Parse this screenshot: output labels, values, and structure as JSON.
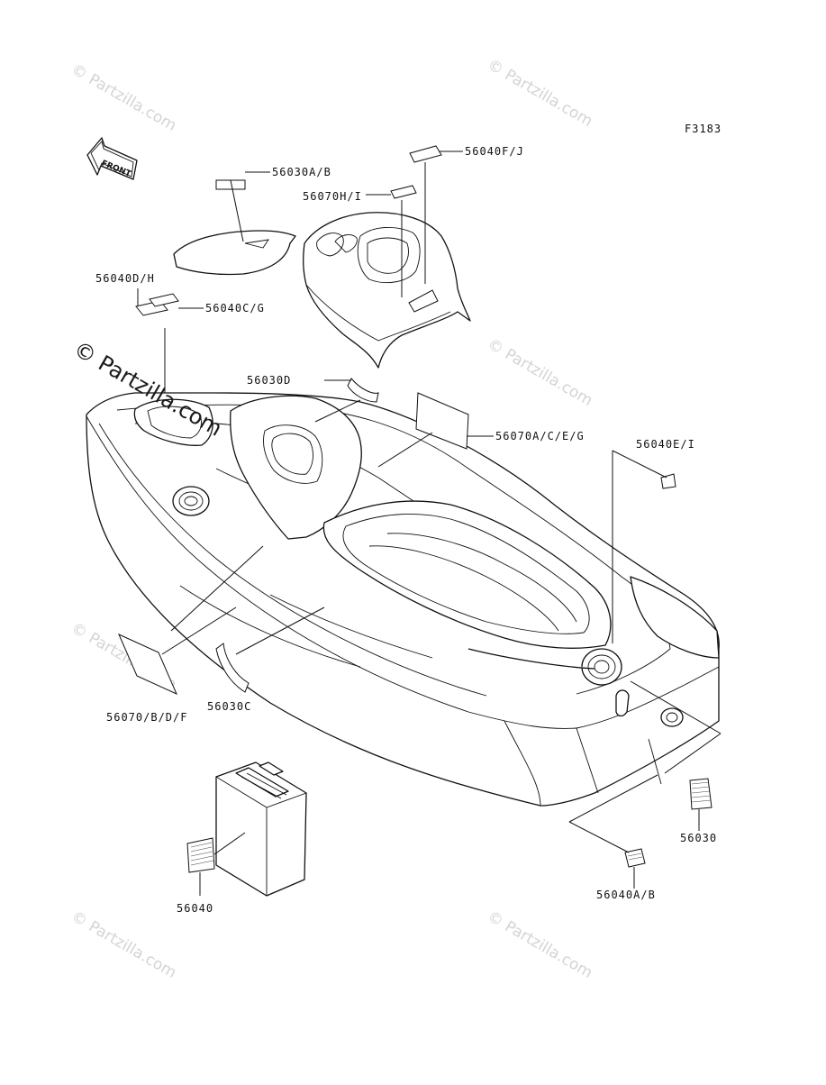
{
  "figure_code": "F3183",
  "front_label": "FRONT",
  "watermark_text": "© Partzilla.com",
  "parts": [
    {
      "id": "56030A/B",
      "label": "56030A/B"
    },
    {
      "id": "56040F/J",
      "label": "56040F/J"
    },
    {
      "id": "56070H/I",
      "label": "56070H/I"
    },
    {
      "id": "56040D/H",
      "label": "56040D/H"
    },
    {
      "id": "56040C/G",
      "label": "56040C/G"
    },
    {
      "id": "56030D",
      "label": "56030D"
    },
    {
      "id": "56070A/C/E/G",
      "label": "56070A/C/E/G"
    },
    {
      "id": "56040E/I",
      "label": "56040E/I"
    },
    {
      "id": "56070/B/D/F",
      "label": "56070/B/D/F"
    },
    {
      "id": "56030C",
      "label": "56030C"
    },
    {
      "id": "56030",
      "label": "56030"
    },
    {
      "id": "56040",
      "label": "56040"
    },
    {
      "id": "56040A/B",
      "label": "56040A/B"
    }
  ],
  "colors": {
    "line": "#111111",
    "background": "#ffffff",
    "watermark": "#d4d4d4"
  }
}
